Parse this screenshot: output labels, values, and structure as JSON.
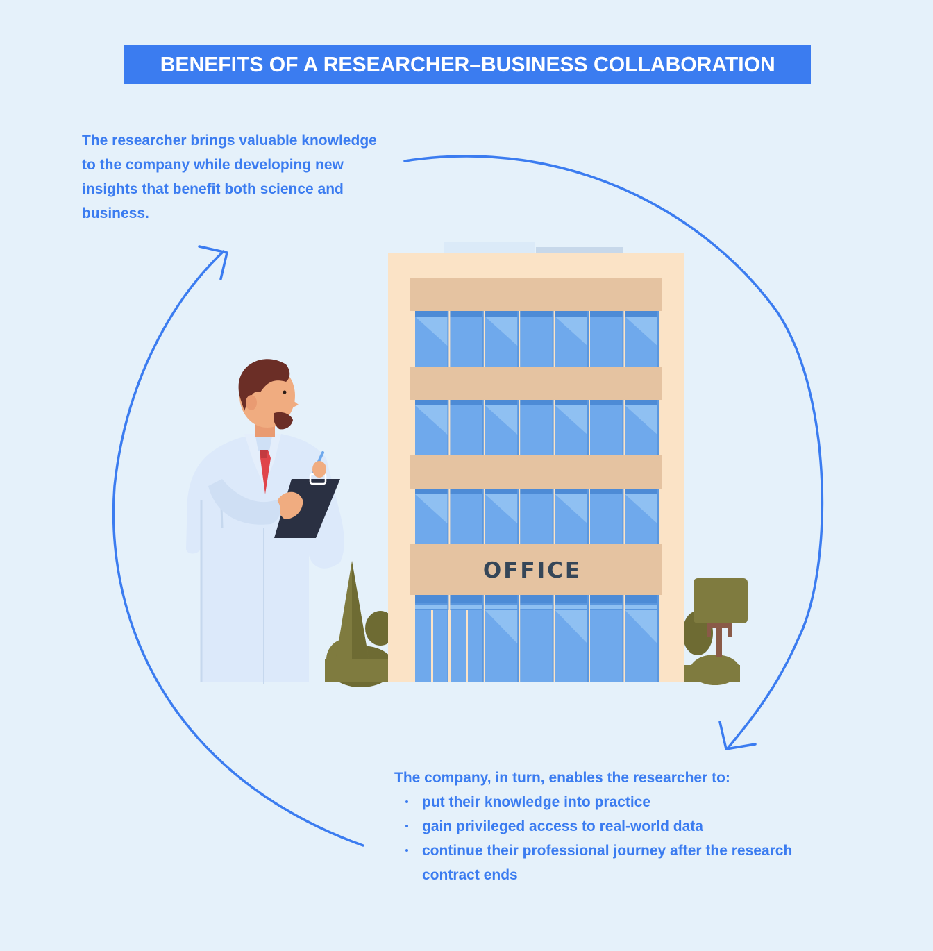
{
  "title": "BENEFITS OF A RESEARCHER–BUSINESS COLLABORATION",
  "top_text": "The researcher brings valuable knowledge to the company while developing new insights that benefit both science and business.",
  "building_sign": "OFFICE",
  "bottom": {
    "intro": "The company, in turn, enables the researcher to:",
    "bullets": [
      "put their knowledge into practice",
      "gain privileged access to real-world data",
      "continue their professional journey after the research contract ends"
    ]
  },
  "colors": {
    "background": "#e5f1fa",
    "accent": "#3b7cf0"
  }
}
